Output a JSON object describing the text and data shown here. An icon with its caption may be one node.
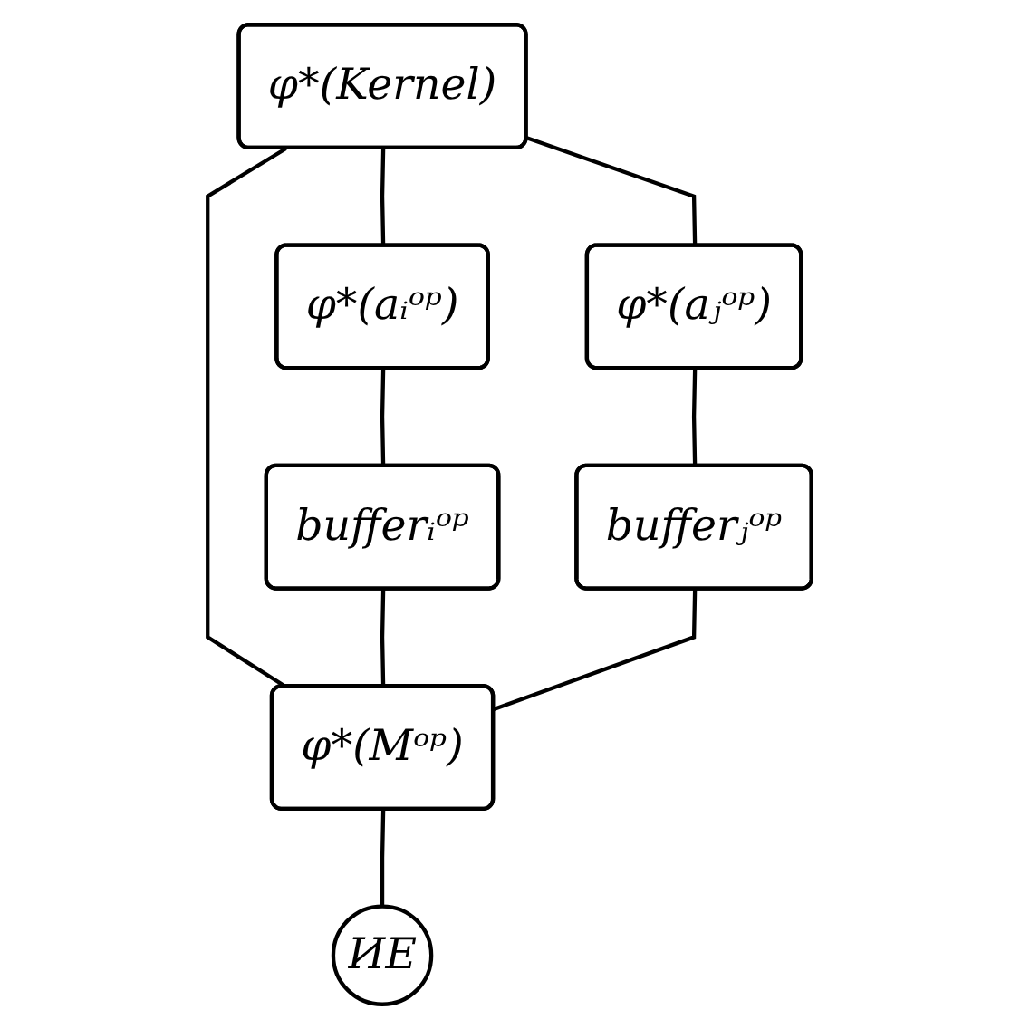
{
  "diagram": {
    "nodes": [
      {
        "text": [
          "φ*(Kernel)"
        ]
      },
      {
        "text": [
          "φ*(aᵢᵒᵖ)"
        ]
      },
      {
        "text": [
          "φ*(aⱼᵒᵖ)"
        ]
      },
      {
        "text": [
          "bufferᵢᵒᵖ"
        ]
      },
      {
        "text": [
          "bufferⱼᵒᵖ"
        ]
      },
      {
        "text": [
          "φ*(Mᵒᵖ)"
        ]
      },
      {
        "text": [
          "ИЕ"
        ]
      }
    ],
    "edges": [
      {
        "from": 0,
        "to": 1,
        "arrow": "none"
      },
      {
        "from": 0,
        "to": 5,
        "arrow": "none"
      },
      {
        "from": 0,
        "to": 2,
        "arrow": "none"
      },
      {
        "from": 1,
        "to": 3,
        "arrow": "none"
      },
      {
        "from": 2,
        "to": 4,
        "arrow": "none"
      },
      {
        "from": 3,
        "to": 5,
        "arrow": "none"
      },
      {
        "from": 4,
        "to": 5,
        "arrow": "none"
      },
      {
        "from": 5,
        "to": 6,
        "arrow": "none"
      }
    ]
  }
}
